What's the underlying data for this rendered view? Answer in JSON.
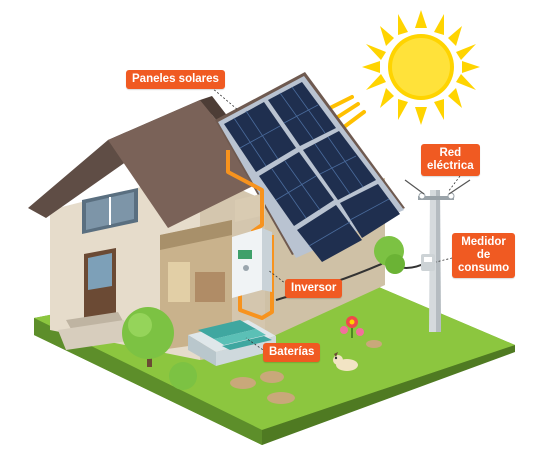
{
  "labels": {
    "panels": "Paneles solares",
    "grid": [
      "Red",
      "eléctrica"
    ],
    "meter": [
      "Medidor",
      "de",
      "consumo"
    ],
    "inverter": "Inversor",
    "batteries": "Baterías"
  },
  "colors": {
    "label_bg": "#f05a22",
    "sun": "#ffd400",
    "solar_panel": "#1f2f4f",
    "roof": "#6f5a50",
    "wall": "#e6dccb",
    "grass": "#8cc63f",
    "cable": "#f7931e"
  },
  "icons": [
    "sun-icon",
    "solar-panel-icon",
    "house-icon",
    "battery-icon",
    "inverter-icon",
    "power-pole-icon",
    "meter-icon",
    "tree-icon",
    "dog-icon",
    "flower-icon"
  ]
}
